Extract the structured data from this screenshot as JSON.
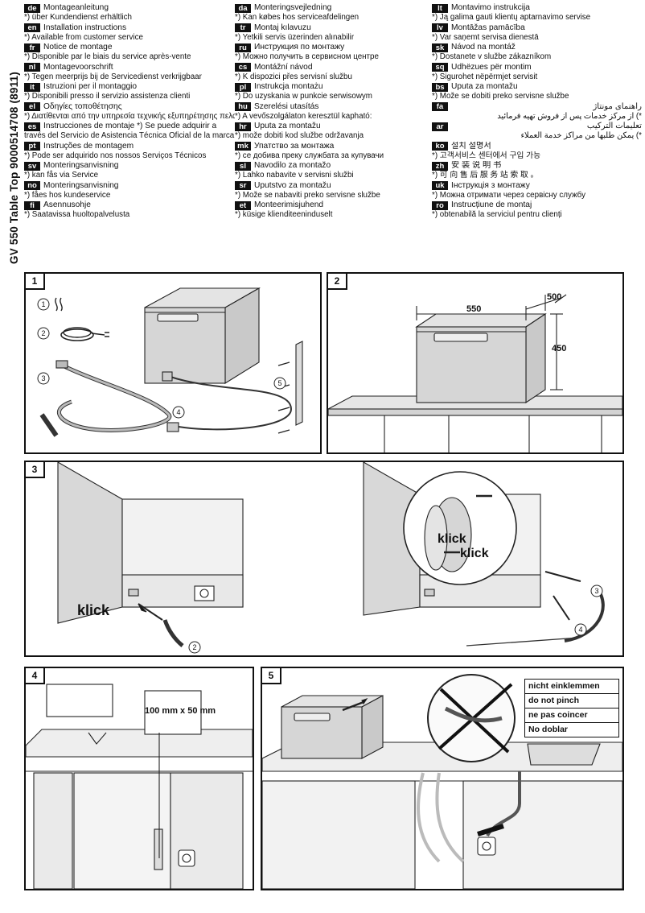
{
  "side_title": "GV 550 Table Top 9000514708 (8911)",
  "languages": {
    "col1": [
      {
        "code": "de",
        "title": "Montageanleitung",
        "note": "*) über Kundendienst erhältlich"
      },
      {
        "code": "en",
        "title": "Installation instructions",
        "note": "*) Available from customer service"
      },
      {
        "code": "fr",
        "title": "Notice de montage",
        "note": "*) Disponible par le biais du service après-vente"
      },
      {
        "code": "nl",
        "title": "Montagevoorschrift",
        "note": "*) Tegen meerprijs bij de Servicedienst verkrijgbaar"
      },
      {
        "code": "it",
        "title": "Istruzioni per il montaggio",
        "note": "*) Disponibili presso il servizio assistenza clienti"
      },
      {
        "code": "el",
        "title": "Οδηγίες τοποθέτησης",
        "note": "*) Διατίθενται από την υπηρεσία τεχνικής εξυπηρέτησης πελατών"
      },
      {
        "code": "es",
        "title": "Instrucciones de montaje   *) Se puede adquirir a",
        "note": "través del Servicio de Asistencia Técnica Oficial de la marca"
      },
      {
        "code": "pt",
        "title": "Instruções de montagem",
        "note": "*) Pode ser adquirido nos nossos Serviços Técnicos"
      },
      {
        "code": "sv",
        "title": "Monteringsanvisning",
        "note": "*) kan fås via Service"
      },
      {
        "code": "no",
        "title": "Monteringsanvisning",
        "note": "*) fåes hos kundeservice"
      },
      {
        "code": "fi",
        "title": "Asennusohje",
        "note": "*) Saatavissa huoltopalvelusta"
      }
    ],
    "col2": [
      {
        "code": "da",
        "title": "Monteringsvejledning",
        "note": "*) Kan købes hos serviceafdelingen"
      },
      {
        "code": "tr",
        "title": "Montaj kılavuzu",
        "note": "*) Yetkili servis üzerinden alınabilir"
      },
      {
        "code": "ru",
        "title": "Инструкция по монтажу",
        "note": "*) Можно получить в сервисном центре"
      },
      {
        "code": "cs",
        "title": "Montážní návod",
        "note": "*) K dispozici přes servisní službu"
      },
      {
        "code": "pl",
        "title": "Instrukcja montażu",
        "note": "*) Do uzyskania w punkcie serwisowym"
      },
      {
        "code": "hu",
        "title": "Szerelési utasítás",
        "note": "*) A vevőszolgálaton keresztül kapható:"
      },
      {
        "code": "hr",
        "title": "Uputa za montažu",
        "note": "*) može dobiti kod službe održavanja"
      },
      {
        "code": "mk",
        "title": "Упатство за монтажа",
        "note": "*) се добива преку службата за купувачи"
      },
      {
        "code": "sl",
        "title": "Navodilo za montažo",
        "note": "*) Lahko nabavite v servisni službi"
      },
      {
        "code": "sr",
        "title": "Uputstvo za montažu",
        "note": "*) Može se nabaviti preko servisne službe"
      },
      {
        "code": "et",
        "title": "Monteerimisjuhend",
        "note": "*) küsige klienditeeninduselt"
      }
    ],
    "col3": [
      {
        "code": "lt",
        "title": "Montavimo instrukcija",
        "note": "*) Ją galima gauti klientų aptarnavimo servise"
      },
      {
        "code": "lv",
        "title": "Montāžas pamācība",
        "note": "*) Var saņemt servisa dienestā"
      },
      {
        "code": "sk",
        "title": "Návod na montáž",
        "note": "*) Dostanete v službe zákazníkom"
      },
      {
        "code": "sq",
        "title": "Udhëzues për montim",
        "note": "*) Sigurohet nëpërmjet servisit"
      },
      {
        "code": "bs",
        "title": "Uputa za montažu",
        "note": "*) Može se dobiti preko servisne službe"
      },
      {
        "code": "fa",
        "title": "راهنمای مونتاژ",
        "note": "*) از مرکز خدمات پس از فروش تهیه فرمائید",
        "rtl": true
      },
      {
        "code": "ar",
        "title": "تعليمات التركيب",
        "note": "*) يمكن طلبها من مراكز خدمة العملاء",
        "rtl": true
      },
      {
        "code": "ko",
        "title": "설치 설명서",
        "note": "*) 고객서비스 센터에서 구입 가능"
      },
      {
        "code": "zh",
        "title": "安 装 说 明 书",
        "note": "*) 可 向 售 后 服 务 站 索 取 。"
      },
      {
        "code": "uk",
        "title": "Інструкція з монтажу",
        "note": "*) Можна отримати через сервісну службу"
      },
      {
        "code": "ro",
        "title": "Instrucțiune de montaj",
        "note": "*) obtenabilă la serviciul pentru clienți"
      }
    ]
  },
  "step1": {
    "num": "1",
    "items": [
      "1",
      "2",
      "3",
      "4",
      "5"
    ]
  },
  "step2": {
    "num": "2",
    "width": "550",
    "depth": "500",
    "height": "450"
  },
  "step3": {
    "num": "3",
    "klick": "klick",
    "items": [
      "2",
      "3",
      "4"
    ]
  },
  "step4": {
    "num": "4",
    "dimension": "100 mm x 50 mm"
  },
  "step5": {
    "num": "5",
    "warnings": [
      "nicht einklemmen",
      "do not pinch",
      "ne pas coincer",
      "No doblar"
    ]
  }
}
